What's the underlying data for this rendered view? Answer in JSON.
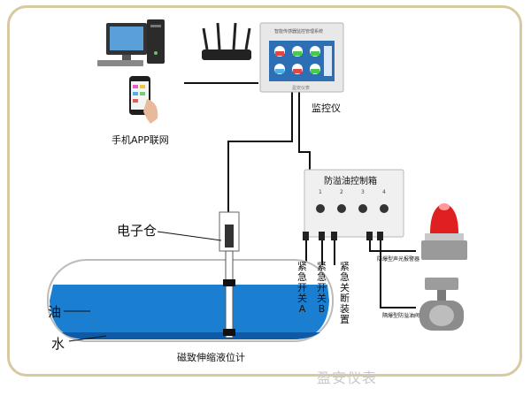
{
  "labels": {
    "phone_app": "手机APP联网",
    "monitor": "监控仪",
    "control_box": "防溢油控制箱",
    "electronic_chamber": "电子仓",
    "oil": "油",
    "water": "水",
    "sensor": "磁致伸缩液位计",
    "switch_a": "紧急开关A",
    "switch_b": "紧急开关B",
    "shutdown": "紧急关断装置",
    "alarm": "防爆型声光报警器",
    "valve": "隔爆型防溢油阀",
    "monitor_screen_title": "智能传感器监控管理系统",
    "box_indicators": [
      "1",
      "2",
      "3",
      "4"
    ],
    "watermark": "盈安仪表"
  },
  "colors": {
    "oil_blue": "#1a7fd0",
    "frame": "#d8c9a0",
    "alarm_red": "#e02020"
  }
}
